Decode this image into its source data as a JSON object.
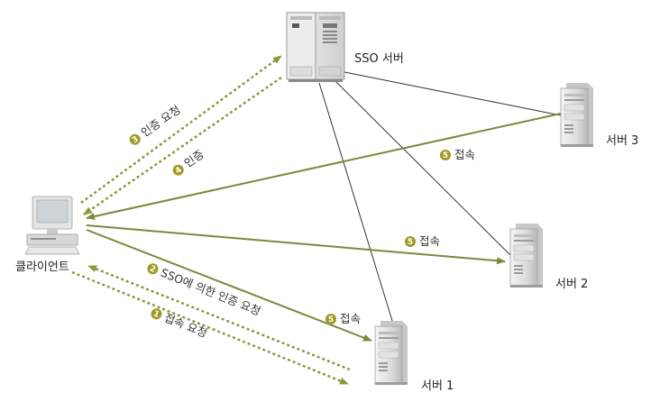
{
  "nodes": {
    "sso_server": "SSO 서버",
    "server3": "서버 3",
    "server2": "서버 2",
    "server1": "서버 1",
    "client": "클라이언트"
  },
  "steps": {
    "s1": {
      "num": "1",
      "text": "접속 요청"
    },
    "s2": {
      "num": "2",
      "text": "SSO에 의한 인증 요청"
    },
    "s3": {
      "num": "3",
      "text": "인증 요청"
    },
    "s4": {
      "num": "4",
      "text": "인증"
    },
    "s5a": {
      "num": "5",
      "text": "접속"
    },
    "s5b": {
      "num": "5",
      "text": "접속"
    },
    "s5c": {
      "num": "5",
      "text": "접속"
    }
  },
  "colors": {
    "arrow": "#7a8a3e",
    "dotted": "#8a9a3a",
    "link": "#333333",
    "badge": "#9e9a22"
  },
  "icons": [
    "sso-server-icon",
    "server-icon",
    "computer-icon"
  ]
}
